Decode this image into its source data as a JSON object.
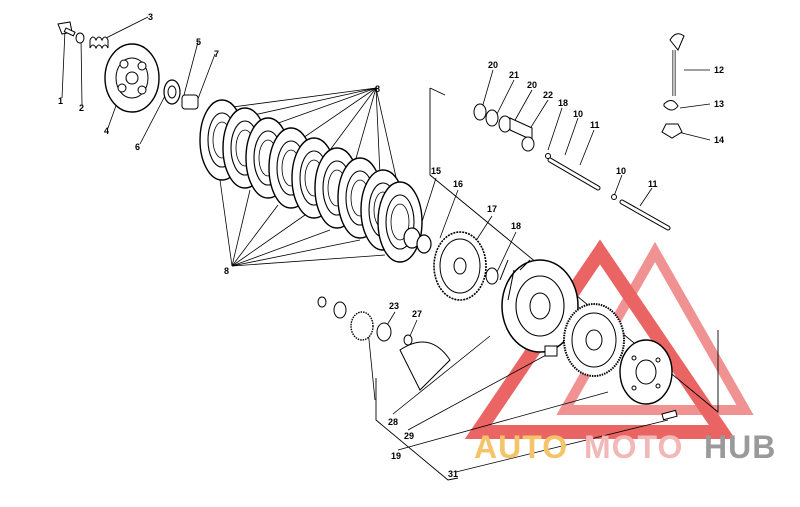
{
  "diagram": {
    "part_labels": {
      "l1": "1",
      "l2": "2",
      "l3": "3",
      "l4": "4",
      "l5": "5",
      "l6": "6",
      "l7": "7",
      "l8a": "8",
      "l8b": "8",
      "l10a": "10",
      "l10b": "10",
      "l11a": "11",
      "l11b": "11",
      "l12": "12",
      "l13": "13",
      "l14": "14",
      "l15": "15",
      "l16": "16",
      "l17": "17",
      "l18a": "18",
      "l18b": "18",
      "l19": "19",
      "l20a": "20",
      "l20b": "20",
      "l21": "21",
      "l22": "22",
      "l23": "23",
      "l27": "27",
      "l28": "28",
      "l29": "29",
      "l31": "31"
    }
  },
  "watermark": {
    "brand_auto": "AUTO",
    "brand_moto": "MOTO",
    "brand_hub": "HUB",
    "colors": {
      "auto": "#f5c469",
      "moto": "#f2b8b8",
      "hub": "#9a9a9a",
      "triangle": "#e84a4a"
    }
  }
}
